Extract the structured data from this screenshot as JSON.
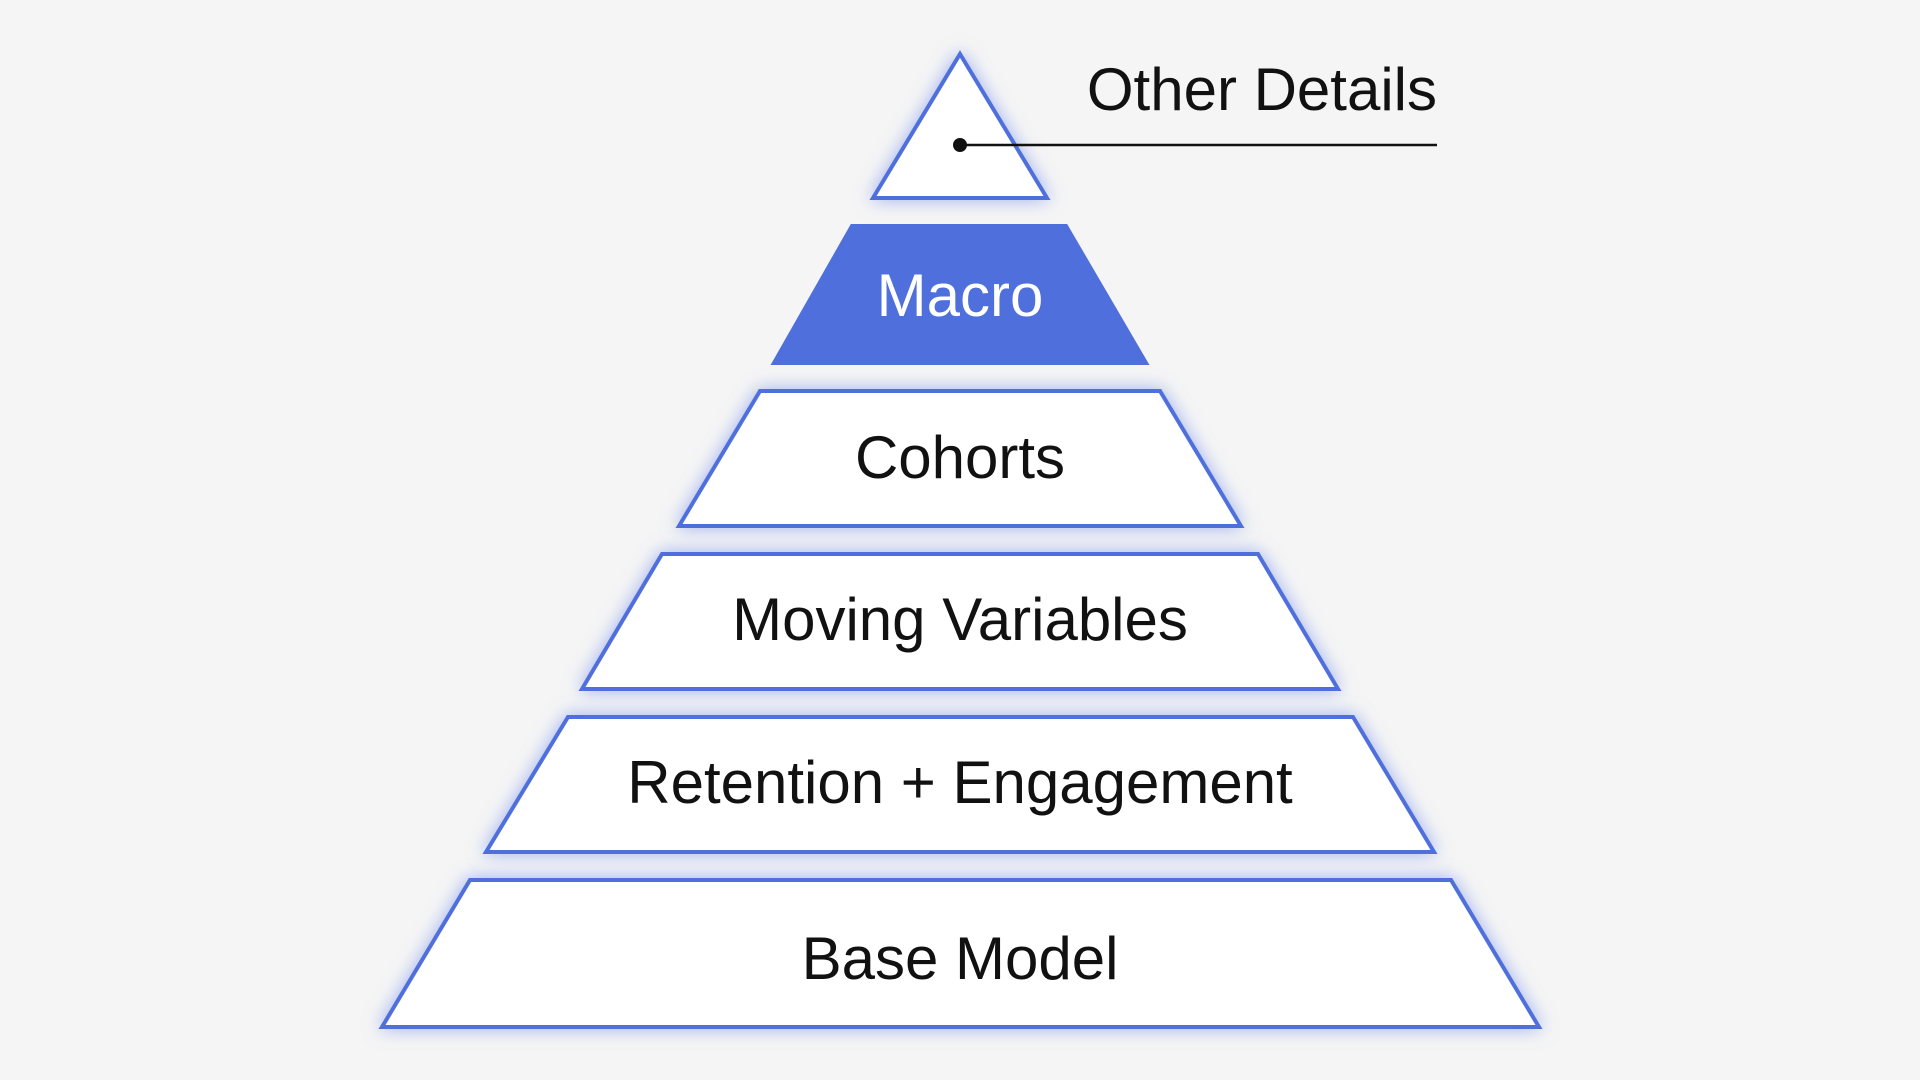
{
  "colors": {
    "background": "#f5f5f5",
    "outline": "#4f6fdc",
    "highlight_fill": "#4f6fdc",
    "tier_fill": "#ffffff",
    "glow": "#9fb1f0",
    "text": "#111111",
    "text_on_highlight": "#ffffff",
    "annotation_line": "#111111"
  },
  "pyramid": {
    "apex": {
      "annotation": "Other Details"
    },
    "tiers": [
      {
        "label": "Macro",
        "highlighted": true
      },
      {
        "label": "Cohorts",
        "highlighted": false
      },
      {
        "label": "Moving Variables",
        "highlighted": false
      },
      {
        "label": "Retention + Engagement",
        "highlighted": false
      },
      {
        "label": "Base Model",
        "highlighted": false
      }
    ]
  }
}
